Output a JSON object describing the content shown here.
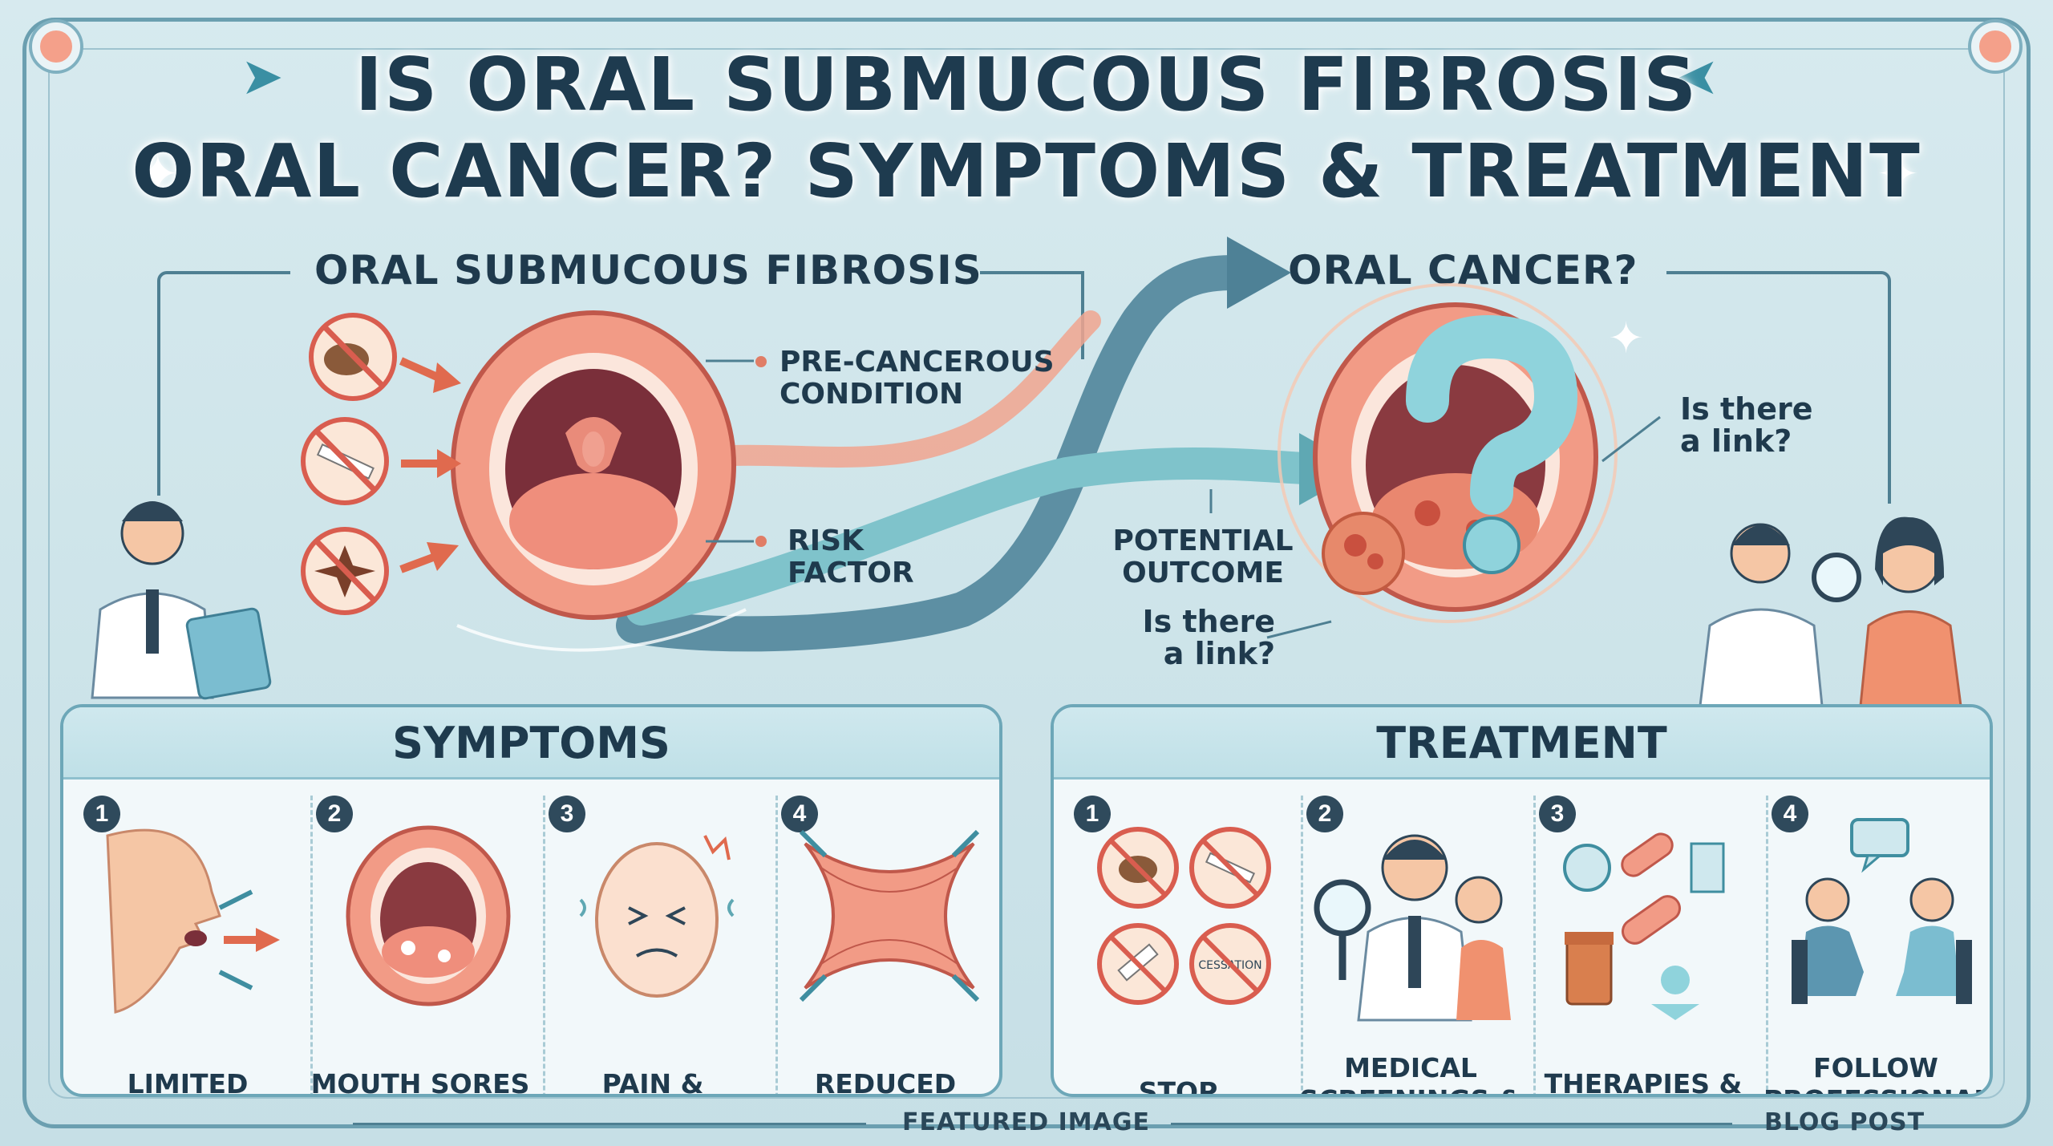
{
  "title": {
    "line1": "Is Oral Submucous Fibrosis",
    "line2": "Oral Cancer? Symptoms & Treatment"
  },
  "diagram": {
    "left_heading": "Oral Submucous Fibrosis",
    "right_heading": "Oral Cancer?",
    "pre_cancerous": "Pre-cancerous condition",
    "risk_factor": "Risk factor",
    "potential_outcome": "Potential outcome",
    "link_question_left": "Is there a link?",
    "link_question_right": "Is there a link?",
    "risk_icons": [
      "areca-nut-icon",
      "cigarette-icon",
      "spice-icon"
    ],
    "question_mark": "?"
  },
  "symptoms": {
    "heading": "Symptoms",
    "items": [
      {
        "num": "1",
        "label": "Limited mouth opening",
        "icon": "face-limited-opening-icon"
      },
      {
        "num": "2",
        "label": "Mouth sores & patches",
        "icon": "mouth-sores-icon"
      },
      {
        "num": "3",
        "label": "Pain & discomfort",
        "icon": "pain-face-icon"
      },
      {
        "num": "4",
        "label": "Reduced flexibility",
        "icon": "stiff-tissue-icon"
      }
    ]
  },
  "treatment": {
    "heading": "Treatment",
    "items": [
      {
        "num": "1",
        "label": "Stop harmful habits",
        "icon": "no-habits-icon"
      },
      {
        "num": "2",
        "label": "Medical screenings & check-ups",
        "icon": "doctor-screening-icon"
      },
      {
        "num": "3",
        "label": "Therapies & medications",
        "icon": "medication-icon"
      },
      {
        "num": "4",
        "label": "Follow professional advice",
        "icon": "consultation-icon"
      }
    ],
    "cessation_text": "CESSATION"
  },
  "footer": {
    "left": "Featured Image",
    "right": "Blog Post"
  },
  "colors": {
    "background": "#cfe5ea",
    "accent": "#6da7b8",
    "lips": "#f29b86",
    "arrow": "#5d8fa3",
    "question": "#8fd3dc"
  }
}
